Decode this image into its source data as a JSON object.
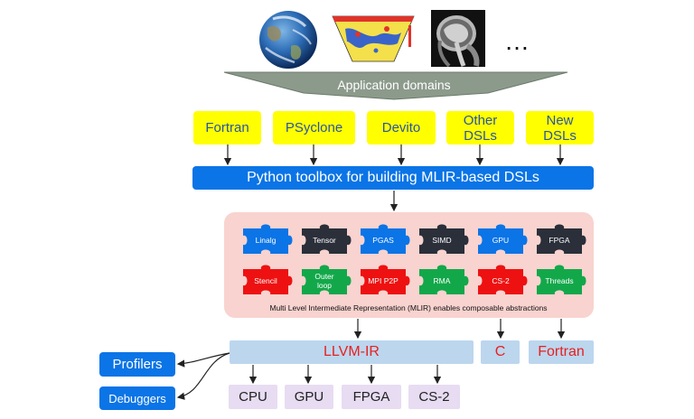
{
  "banner": {
    "label": "Application domains"
  },
  "ellipsis": "…",
  "frontends": [
    {
      "label": "Fortran"
    },
    {
      "label": "PSyclone"
    },
    {
      "label": "Devito"
    },
    {
      "label": "Other DSLs"
    },
    {
      "label": "New DSLs"
    }
  ],
  "toolbox": {
    "label": "Python toolbox for building MLIR-based DSLs"
  },
  "mlir": {
    "caption": "Multi Level Intermediate Representation (MLIR) enables composable abstractions",
    "pieces": [
      {
        "label": "Linalg",
        "color": "#0b74e6"
      },
      {
        "label": "Tensor",
        "color": "#2a2f3a"
      },
      {
        "label": "PGAS",
        "color": "#0b74e6"
      },
      {
        "label": "SIMD",
        "color": "#2a2f3a"
      },
      {
        "label": "GPU",
        "color": "#0b74e6"
      },
      {
        "label": "FPGA",
        "color": "#2a2f3a"
      },
      {
        "label": "Stencil",
        "color": "#ee1111"
      },
      {
        "label": "Outer loop",
        "color": "#12a84a"
      },
      {
        "label": "MPI P2P",
        "color": "#ee1111"
      },
      {
        "label": "RMA",
        "color": "#12a84a"
      },
      {
        "label": "CS-2",
        "color": "#ee1111"
      },
      {
        "label": "Threads",
        "color": "#12a84a"
      }
    ]
  },
  "backends": {
    "llvm": "LLVM-IR",
    "c": "C",
    "fortran": "Fortran"
  },
  "targets": [
    {
      "label": "CPU"
    },
    {
      "label": "GPU"
    },
    {
      "label": "FPGA"
    },
    {
      "label": "CS-2"
    }
  ],
  "tools": {
    "profilers": "Profilers",
    "debuggers": "Debuggers"
  },
  "colors": {
    "frontend_fill": "#ffff00",
    "frontend_text": "#2b55a5",
    "toolbox_fill": "#0b74e6",
    "mlir_panel": "#f8d3cf",
    "llvm_fill": "#bcd6ee",
    "llvm_text": "#e8201f",
    "target_fill": "#e7dcf2"
  }
}
